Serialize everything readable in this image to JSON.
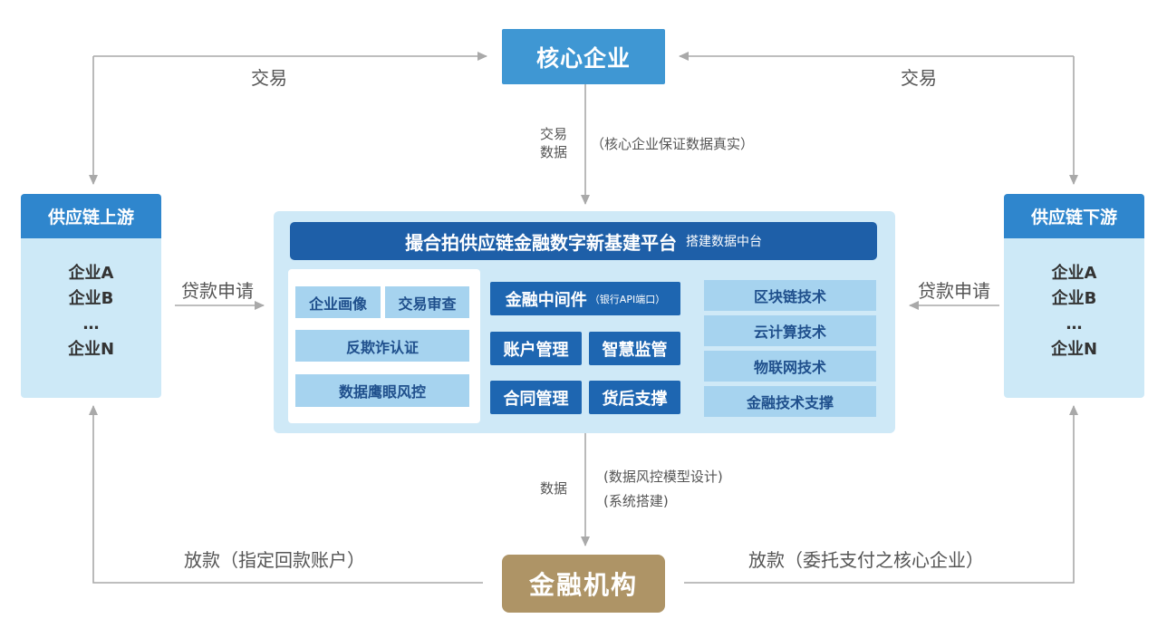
{
  "core_enterprise": "核心企业",
  "financial_institution": "金融机构",
  "upstream": {
    "title": "供应链上游",
    "items": [
      "企业A",
      "企业B",
      "…",
      "企业N"
    ]
  },
  "downstream": {
    "title": "供应链下游",
    "items": [
      "企业A",
      "企业B",
      "…",
      "企业N"
    ]
  },
  "labels": {
    "trade_left": "交易",
    "trade_right": "交易",
    "trade_data_line1": "交易",
    "trade_data_line2": "数据",
    "core_guarantee": "（核心企业保证数据真实）",
    "loan_apply_left": "贷款申请",
    "loan_apply_right": "贷款申请",
    "data": "数据",
    "risk_model": "(数据风控模型设计)",
    "system_build": "(系统搭建)",
    "release_left": "放款（指定回款账户）",
    "release_right": "放款（委托支付之核心企业）"
  },
  "platform": {
    "title": "撮合拍供应链金融数字新基建平台",
    "subtitle": "搭建数据中台",
    "left_panel": {
      "portrait": "企业画像",
      "trade_review": "交易审查",
      "anti_fraud": "反欺诈认证",
      "eagle_eye": "数据鹰眼风控"
    },
    "middleware": {
      "title": "金融中间件",
      "note": "（银行API端口）"
    },
    "middle_blocks": {
      "account": "账户管理",
      "smart_supervision": "智慧监管",
      "contract": "合同管理",
      "post_loan": "货后支撑"
    },
    "tech": [
      "区块链技术",
      "云计算技术",
      "物联网技术",
      "金融技术支撑"
    ]
  }
}
